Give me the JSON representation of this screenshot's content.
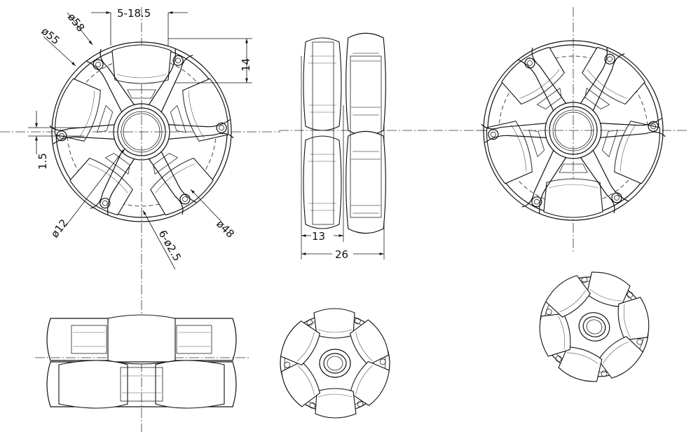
{
  "drawing": {
    "dimensions": {
      "outer_diameter": "ø58",
      "rim_diameter": "ø55",
      "pitch_diameter": "ø48",
      "bore_diameter": "ø12",
      "roller_length": "5-18.5",
      "roller_height": "14",
      "hub_offset": "1.5",
      "mount_holes": "6-ø2.5",
      "roller_width": "13",
      "total_width": "26"
    }
  }
}
